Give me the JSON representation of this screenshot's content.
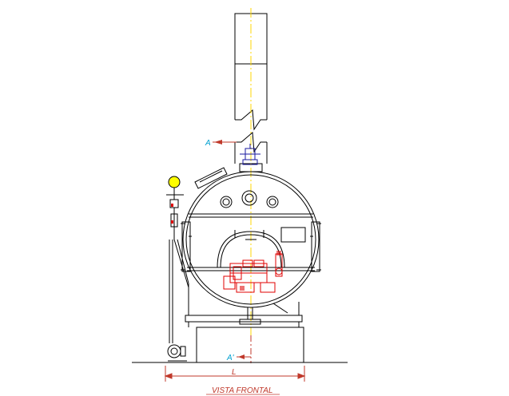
{
  "labels": {
    "section_top": "A",
    "section_bottom": "A'",
    "dimension": "L",
    "view_title": "VISTA FRONTAL"
  },
  "colors": {
    "line": "#000000",
    "centerline": "#ffd700",
    "annotation": "#00a0d0",
    "dimension": "#c0392b",
    "burner": "#e00000",
    "valve": "#1a1aa0"
  }
}
